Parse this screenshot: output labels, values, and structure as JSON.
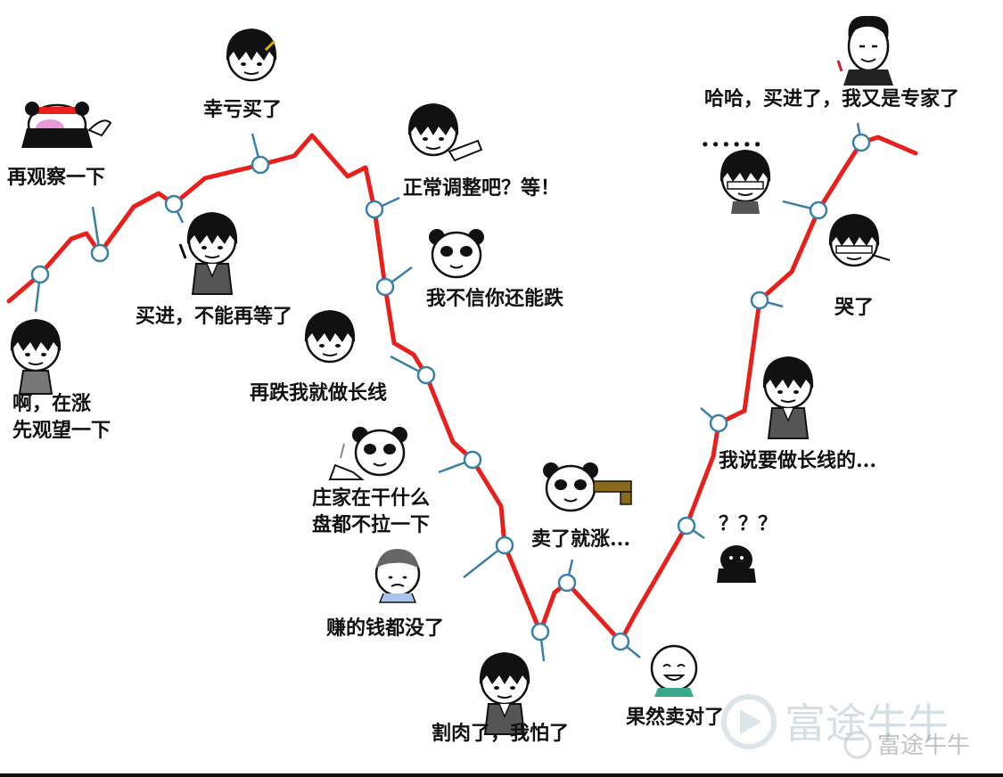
{
  "captions": {
    "observe_again": "再观察一下",
    "ah_rising": "啊，在涨",
    "wait_first": "先观望一下",
    "buy_cant_wait": "买进，不能再等了",
    "lucky_bought": "幸亏买了",
    "normal_adjust": "正常调整吧？等！",
    "dont_believe": "我不信你还能跌",
    "drop_long": "再跌我就做长线",
    "dealer_1": "庄家在干什么",
    "dealer_2": "盘都不拉一下",
    "profit_gone": "赚的钱都没了",
    "cut_loss": "割肉了，我怕了",
    "sold_rises": "卖了就涨...",
    "sold_right": "果然卖对了",
    "question": "？？？",
    "long_line": "我说要做长线的...",
    "cried": "哭了",
    "dots": "......",
    "expert": "哈哈，买进了，我又是专家了"
  },
  "watermark": {
    "main": "富途牛牛",
    "small": "富途牛牛"
  },
  "colors": {
    "line": "#e8201c",
    "node_stroke": "#3a7fa8",
    "node_fill": "#ffffff"
  },
  "icons": [
    "headband-panda-face-icon",
    "bowl-cut-face-icon",
    "bowl-cut-worried-face-icon",
    "bowl-cut-pointing-face-icon",
    "panda-face-icon",
    "bowl-cut-grin-face-icon",
    "panda-writing-face-icon",
    "old-man-face-icon",
    "bowl-cut-sad-face-icon",
    "panda-gun-face-icon",
    "smiling-face-icon",
    "shadow-figure-icon",
    "bowl-cut-thinking-face-icon",
    "bowl-cut-crying-face-icon",
    "suit-man-face-icon"
  ]
}
